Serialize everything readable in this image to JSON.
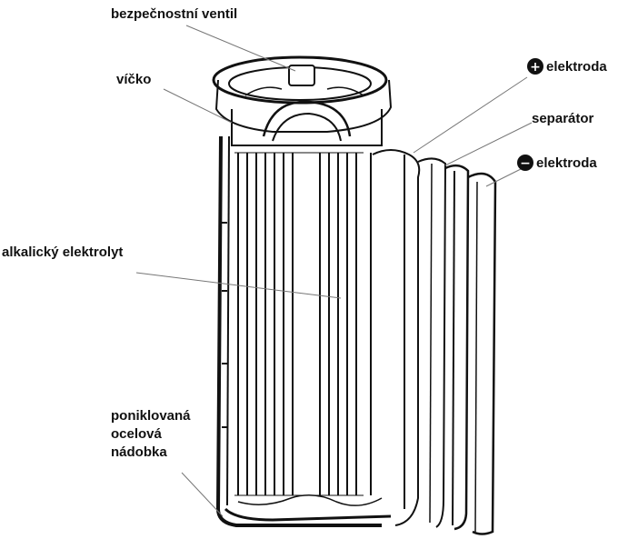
{
  "labels": {
    "safety_valve": "bezpečnostní ventil",
    "cap": "víčko",
    "positive_electrode": "elektroda",
    "separator": "separátor",
    "negative_electrode": "elektroda",
    "electrolyte": "alkalický elektrolyt",
    "container_line1": "poniklovaná",
    "container_line2": "ocelová",
    "container_line3": "nádobka"
  },
  "symbols": {
    "positive": "+",
    "negative": "−"
  }
}
